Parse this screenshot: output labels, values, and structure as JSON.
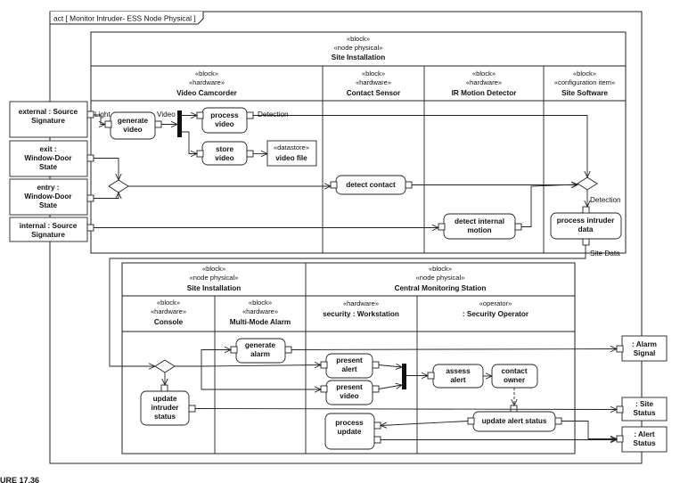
{
  "frame": {
    "title": "act [ Monitor Intruder- ESS Node Physical ]"
  },
  "caption": "URE 17.36",
  "top_partition": {
    "header": [
      "«block»",
      "«node physical»",
      "Site Installation"
    ],
    "lanes": [
      {
        "lines": [
          "«block»",
          "«hardware»",
          "Video Camcorder"
        ]
      },
      {
        "lines": [
          "«block»",
          "«hardware»",
          "Contact Sensor"
        ]
      },
      {
        "lines": [
          "«block»",
          "«hardware»",
          "IR Motion Detector"
        ]
      },
      {
        "lines": [
          "«block»",
          "«configuration item»",
          "Site Software"
        ]
      }
    ]
  },
  "bottom_partition": {
    "groups": [
      {
        "header": [
          "«block»",
          "«node physical»",
          "Site Installation"
        ]
      },
      {
        "header": [
          "«block»",
          "«node physical»",
          "Central Monitoring Station"
        ]
      }
    ],
    "lanes": [
      {
        "lines": [
          "«block»",
          "«hardware»",
          "Console"
        ]
      },
      {
        "lines": [
          "«block»",
          "«hardware»",
          "Multi-Mode Alarm"
        ]
      },
      {
        "lines": [
          "«hardware»",
          "security : Workstation"
        ]
      },
      {
        "lines": [
          "«operator»",
          ": Security Operator"
        ]
      }
    ]
  },
  "inputs": [
    {
      "lines": [
        "external : Source",
        "Signature"
      ]
    },
    {
      "lines": [
        "exit :",
        "Window-Door",
        "State"
      ]
    },
    {
      "lines": [
        "entry :",
        "Window-Door",
        "State"
      ]
    },
    {
      "lines": [
        "internal : Source",
        "Signature"
      ]
    }
  ],
  "outputs": [
    {
      "lines": [
        ": Alarm",
        "Signal"
      ]
    },
    {
      "lines": [
        ": Site",
        "Status"
      ]
    },
    {
      "lines": [
        ": Alert",
        "Status"
      ]
    }
  ],
  "actions": {
    "generate_video": [
      "generate",
      "video"
    ],
    "process_video": [
      "process",
      "video"
    ],
    "store_video": [
      "store",
      "video"
    ],
    "video_file": [
      "«datastore»",
      "video file"
    ],
    "detect_contact": [
      "detect contact"
    ],
    "detect_internal_motion": [
      "detect internal",
      "motion"
    ],
    "process_intruder_data": [
      "process intruder",
      "data"
    ],
    "generate_alarm": [
      "generate",
      "alarm"
    ],
    "update_intruder_status": [
      "update",
      "intruder",
      "status"
    ],
    "present_alert": [
      "present",
      "alert"
    ],
    "present_video": [
      "present",
      "video"
    ],
    "process_update": [
      "process",
      "update"
    ],
    "assess_alert": [
      "assess",
      "alert"
    ],
    "contact_owner": [
      "contact",
      "owner"
    ],
    "update_alert_status": [
      "update alert status"
    ]
  },
  "flow_labels": {
    "light": "Light",
    "video": "Video",
    "detection_1": "Detection",
    "detection_2": "Detection",
    "site_data": "Site Data"
  }
}
